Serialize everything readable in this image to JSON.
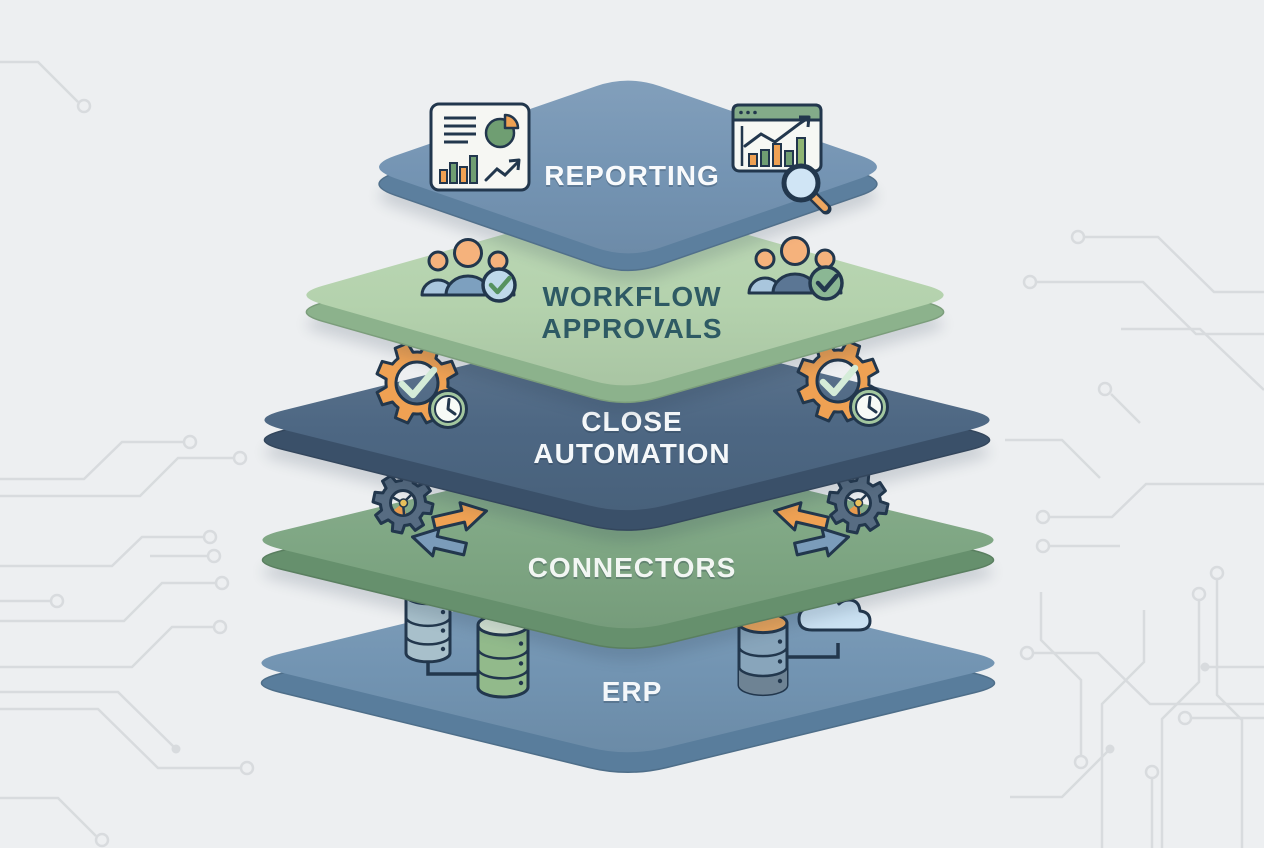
{
  "diagram": {
    "type": "layered-stack",
    "background_color": "#edeff1",
    "circuit_color": "#d8dbde",
    "outline_color": "#22374d",
    "palette": {
      "orange": "#efa153",
      "light_orange": "#f5b27c",
      "light_blue": "#a9c6dd",
      "medium_blue": "#7da0bf",
      "slate_blue": "#576c82",
      "mint_green": "#d4ecd8",
      "leaf_green": "#6f9e72",
      "cloud_blue": "#cbe2f3",
      "lens_blue": "#d0e5f5"
    },
    "layers": [
      {
        "id": "reporting",
        "label_lines": [
          "REPORTING"
        ],
        "face_color": "#7494b3",
        "side_color": "#5c7f9e",
        "text_color": "#f8fafc",
        "icons_left": "report-dashboard-icon",
        "icons_right": "chart-magnifier-icon"
      },
      {
        "id": "workflow-approvals",
        "label_lines": [
          "WORKFLOW",
          "APPROVALS"
        ],
        "face_color": "#b4d2ad",
        "side_color": "#8cb28c",
        "text_color": "#2e5a64",
        "icons_left": "team-check-icon",
        "icons_right": "team-check-icon"
      },
      {
        "id": "close-automation",
        "label_lines": [
          "CLOSE",
          "AUTOMATION"
        ],
        "face_color": "#4d6783",
        "side_color": "#3a5069",
        "text_color": "#f5f8fa",
        "icons_left": "gear-check-clock-icon",
        "icons_right": "gear-check-clock-icon"
      },
      {
        "id": "connectors",
        "label_lines": [
          "CONNECTORS"
        ],
        "face_color": "#7ea683",
        "side_color": "#66906d",
        "text_color": "#f2f6f3",
        "icons_left": "gear-sync-arrows-icon",
        "icons_right": "sync-arrows-gear-icon"
      },
      {
        "id": "erp",
        "label_lines": [
          "ERP"
        ],
        "face_color": "#7294b2",
        "side_color": "#597d9c",
        "text_color": "#f4f7fa",
        "icons_left": "database-link-icon",
        "icons_right": "database-cloud-icon"
      }
    ]
  }
}
